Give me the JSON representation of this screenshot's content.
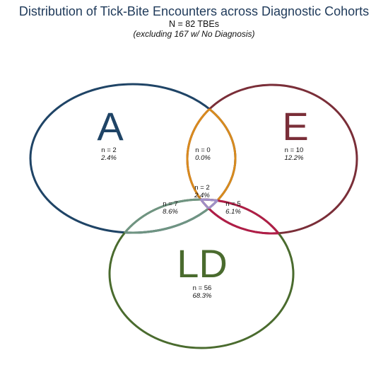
{
  "title": "Distribution of Tick-Bite Encounters across Diagnostic Cohorts",
  "subtitle": "N = 82 TBEs",
  "note": "(excluding 167 w/ No Diagnosis)",
  "sets": {
    "A": {
      "label": "A",
      "color": "#1f4466"
    },
    "E": {
      "label": "E",
      "color": "#7a2e38"
    },
    "LD": {
      "label": "LD",
      "color": "#4a6b2e"
    }
  },
  "overlap_colors": {
    "A_E": "#d88a1e",
    "A_LD": "#6f9482",
    "E_LD": "#b01d47",
    "A_E_LD": "#9f8fc8"
  },
  "regions": {
    "A_only": {
      "count": "n = 2",
      "pct": "2.4%"
    },
    "A_E": {
      "count": "n = 0",
      "pct": "0.0%"
    },
    "E_only": {
      "count": "n = 10",
      "pct": "12.2%"
    },
    "A_E_LD": {
      "count": "n = 2",
      "pct": "2.4%"
    },
    "A_LD": {
      "count": "n = 7",
      "pct": "8.6%"
    },
    "E_LD": {
      "count": "n = 5",
      "pct": "6.1%"
    },
    "LD_only": {
      "count": "n = 56",
      "pct": "68.3%"
    }
  }
}
